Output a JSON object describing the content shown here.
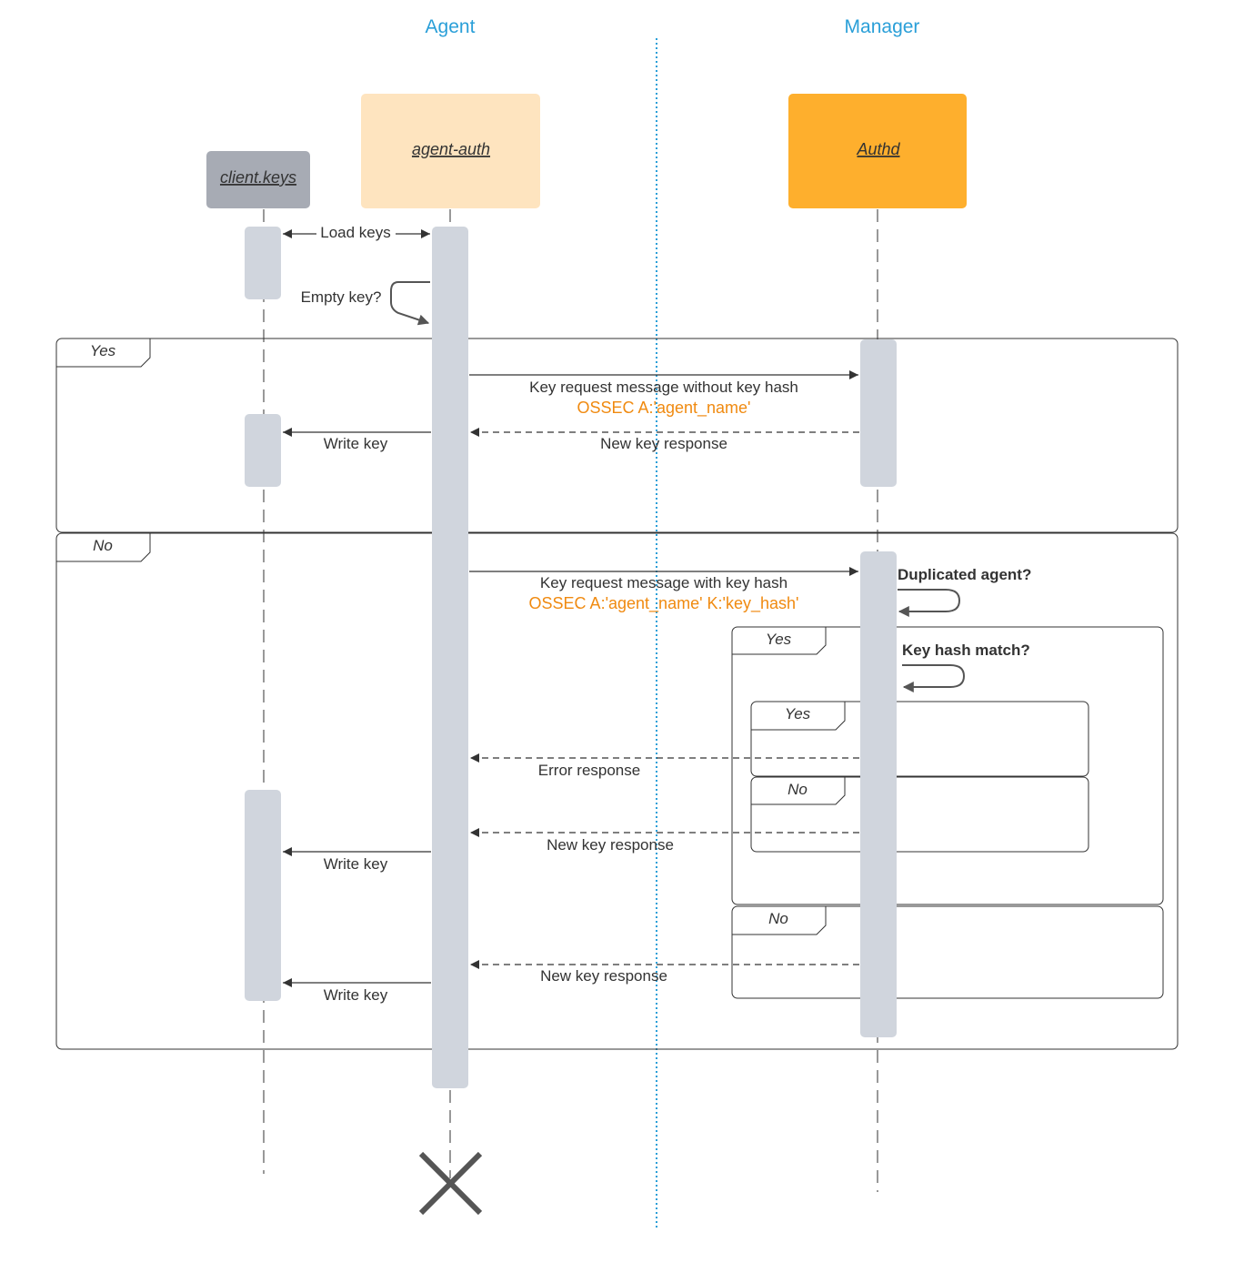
{
  "sides": {
    "agent": "Agent",
    "manager": "Manager"
  },
  "participants": {
    "client_keys": "client.keys",
    "agent_auth": "agent-auth",
    "authd": "Authd"
  },
  "messages": {
    "load_keys": "Load keys",
    "empty_key": "Empty key?",
    "key_request_no_hash": "Key request message without key hash",
    "ossec_name": "OSSEC A:'agent_name'",
    "write_key_1": "Write key",
    "new_key_response_1": "New key response",
    "key_request_hash": "Key request message with key hash",
    "ossec_name_hash": "OSSEC A:'agent_name' K:'key_hash'",
    "duplicated_agent": "Duplicated agent?",
    "key_hash_match": "Key hash match?",
    "error_response": "Error response",
    "new_key_response_2": "New key response",
    "write_key_2": "Write key",
    "new_key_response_3": "New key response",
    "write_key_3": "Write key"
  },
  "frames": {
    "outer_yes": "Yes",
    "outer_no": "No",
    "dup_yes": "Yes",
    "match_yes": "Yes",
    "match_no": "No",
    "dup_no": "No"
  },
  "colors": {
    "client_keys_box": "#a7abb4",
    "agent_auth_box": "#fee4bf",
    "authd_box": "#feaf2d",
    "activation": "#d0d5dd",
    "side_title": "#2a9fd8",
    "divider": "#2a9fd8",
    "highlight_text": "#f08a10"
  }
}
